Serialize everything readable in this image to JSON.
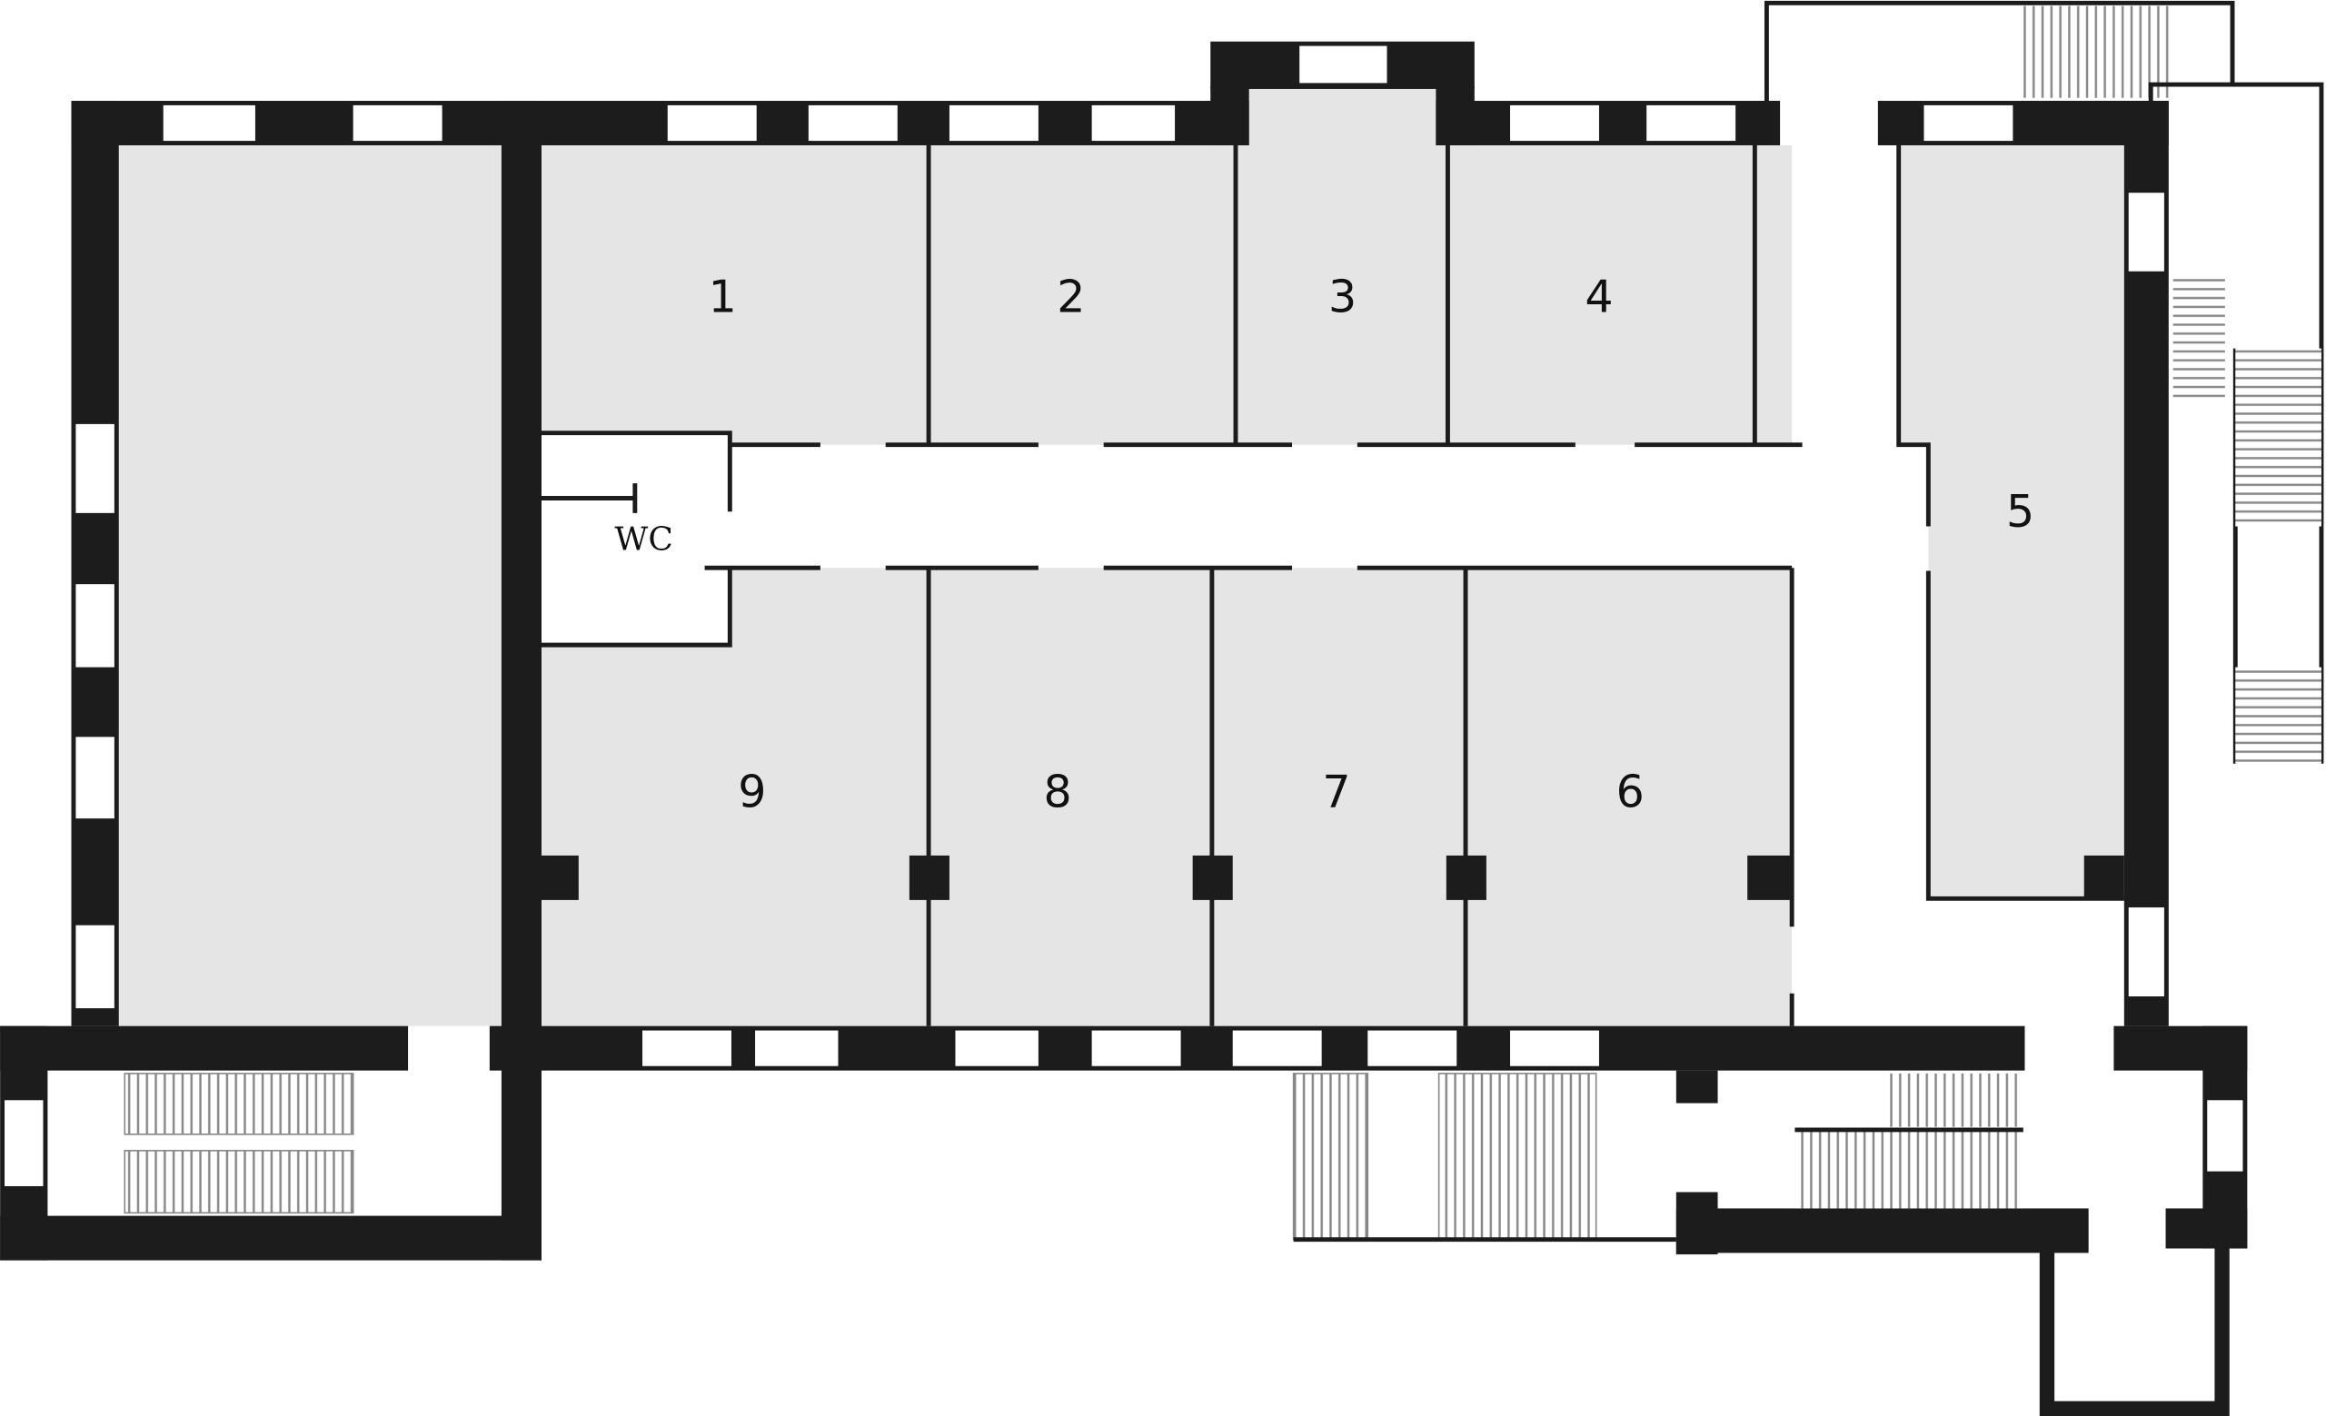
{
  "plan": {
    "rooms": [
      {
        "id": "1",
        "label": "1"
      },
      {
        "id": "2",
        "label": "2"
      },
      {
        "id": "3",
        "label": "3"
      },
      {
        "id": "4",
        "label": "4"
      },
      {
        "id": "5",
        "label": "5"
      },
      {
        "id": "6",
        "label": "6"
      },
      {
        "id": "7",
        "label": "7"
      },
      {
        "id": "8",
        "label": "8"
      },
      {
        "id": "9",
        "label": "9"
      }
    ],
    "wc_label": "WC"
  },
  "colors": {
    "wall": "#1c1c1c",
    "room": "#e5e5e5",
    "stairs": "#888888"
  }
}
